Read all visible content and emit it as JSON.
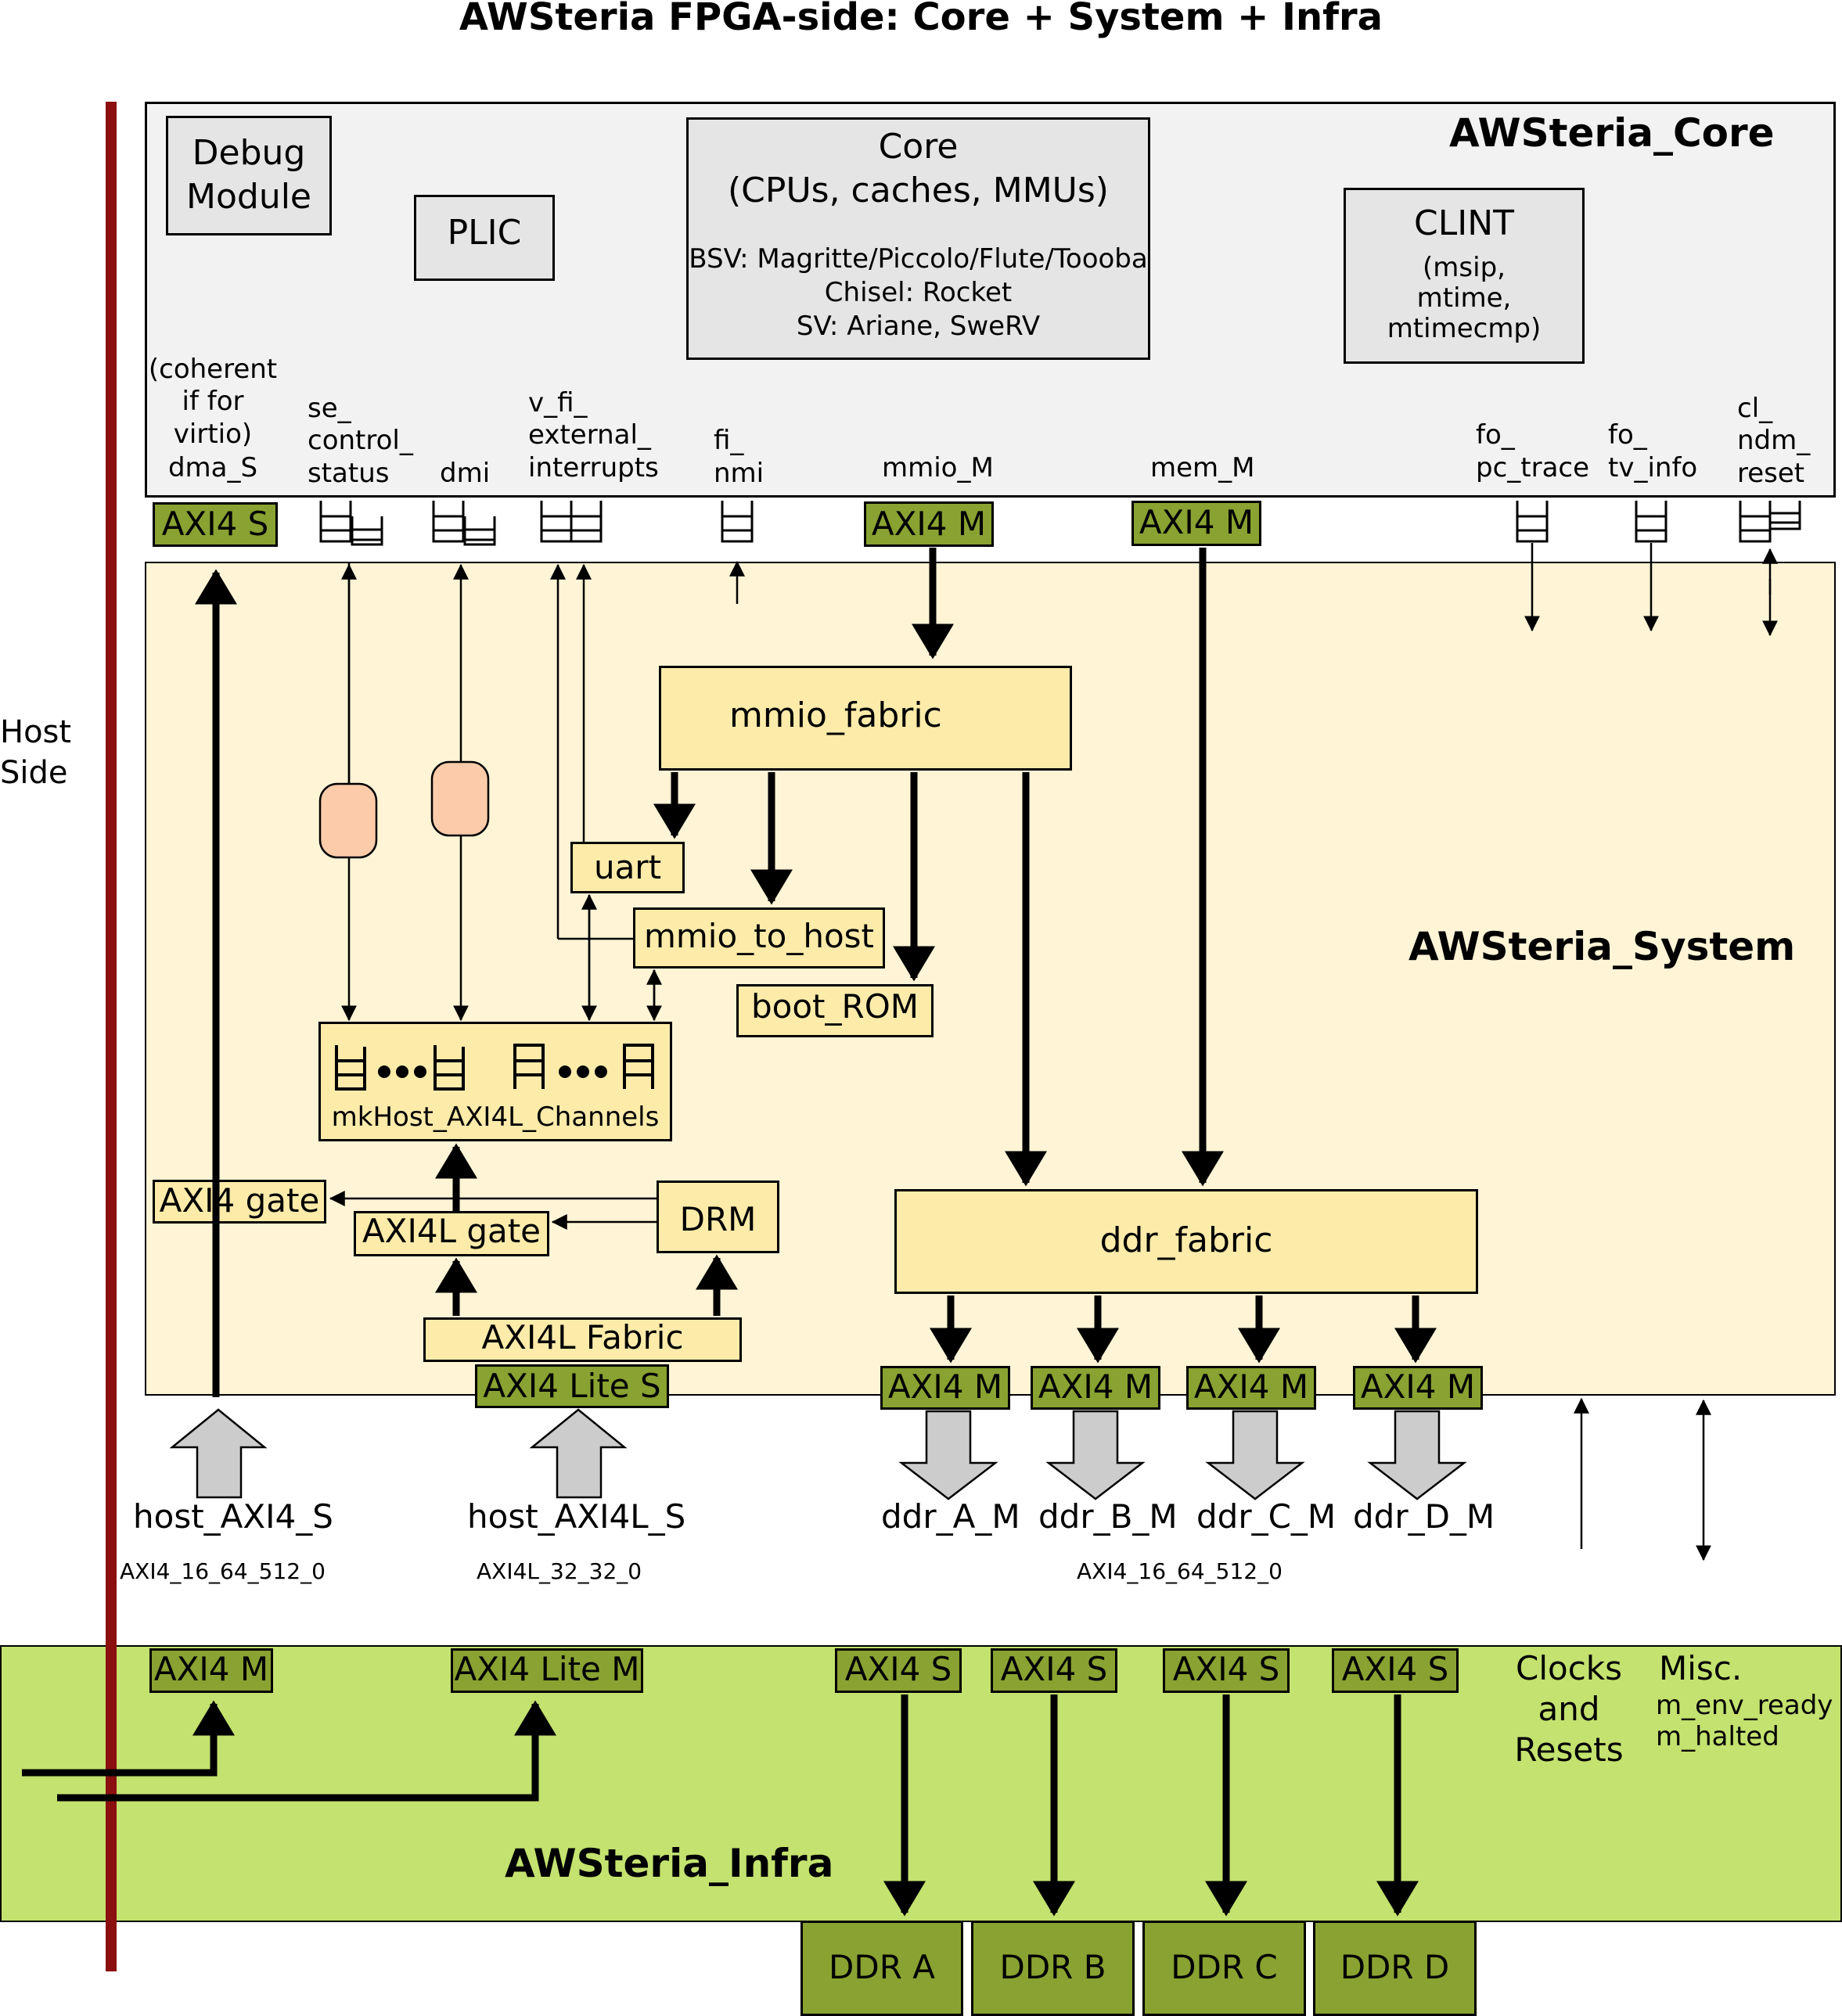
{
  "title": "AWSteria FPGA-side: Core + System + Infra",
  "host_side": {
    "line1": "Host",
    "line2": "Side"
  },
  "colors": {
    "core_bg": "#f2f2f2",
    "system_bg": "#fff4d6",
    "infra_bg": "#c3e26f",
    "port_green": "#89a231",
    "block_cream": "#fdebaa",
    "host_line": "#8b0f0f",
    "sync_box": "#fbcbaa"
  },
  "core": {
    "title": "AWSteria_Core",
    "debug_module": {
      "line1": "Debug",
      "line2": "Module"
    },
    "plic": "PLIC",
    "cpu_core": {
      "line1": "Core",
      "line2": "(CPUs, caches, MMUs)",
      "bsv": "BSV: Magritte/Piccolo/Flute/Toooba",
      "chisel": "Chisel: Rocket",
      "sv": "SV: Ariane, SweRV"
    },
    "clint": {
      "title": "CLINT",
      "line1": "(msip,",
      "line2": "mtime,",
      "line3": "mtimecmp)"
    },
    "port_labels": {
      "dma": [
        "(coherent",
        "if for",
        "virtio)",
        "dma_S"
      ],
      "se": [
        "se_",
        "control_",
        "status"
      ],
      "dmi": "dmi",
      "vfi": [
        "v_fi_",
        "external_",
        "interrupts"
      ],
      "finmi": [
        "fi_",
        "nmi"
      ],
      "mmio": "mmio_M",
      "mem": "mem_M",
      "fopc": [
        "fo_",
        "pc_trace"
      ],
      "fotv": [
        "fo_",
        "tv_info"
      ],
      "clndm": [
        "cl_",
        "ndm_",
        "reset"
      ]
    },
    "ports": {
      "axi4_s": "AXI4 S",
      "mmio_axi4_m": "AXI4 M",
      "mem_axi4_m": "AXI4 M"
    }
  },
  "system": {
    "title": "AWSteria_System",
    "mmio_fabric": "mmio_fabric",
    "uart": "uart",
    "mmio_to_host": "mmio_to_host",
    "boot_rom": "boot_ROM",
    "channels": "mkHost_AXI4L_Channels",
    "axi4_gate": "AXI4 gate",
    "axi4l_gate": "AXI4L gate",
    "drm": "DRM",
    "axi4l_fabric": "AXI4L Fabric",
    "axi4_lite_s": "AXI4 Lite S",
    "ddr_fabric": "ddr_fabric",
    "ddr_ports": [
      "AXI4 M",
      "AXI4 M",
      "AXI4 M",
      "AXI4 M"
    ]
  },
  "interfaces": {
    "host_axi4_s": "host_AXI4_S",
    "host_axi4l_s": "host_AXI4L_S",
    "ddr_names": [
      "ddr_A_M",
      "ddr_B_M",
      "ddr_C_M",
      "ddr_D_M"
    ],
    "type_axi4": "AXI4_16_64_512_0",
    "type_axi4l": "AXI4L_32_32_0",
    "type_ddr": "AXI4_16_64_512_0"
  },
  "infra": {
    "title": "AWSteria_Infra",
    "axi4_m": "AXI4 M",
    "axi4_lite_m": "AXI4 Lite M",
    "axi4_s_ports": [
      "AXI4 S",
      "AXI4 S",
      "AXI4 S",
      "AXI4 S"
    ],
    "clocks": [
      "Clocks",
      "and",
      "Resets"
    ],
    "misc": {
      "title": "Misc.",
      "line1": "m_env_ready",
      "line2": "m_halted"
    }
  },
  "ddr_banks": [
    "DDR A",
    "DDR B",
    "DDR C",
    "DDR D"
  ]
}
